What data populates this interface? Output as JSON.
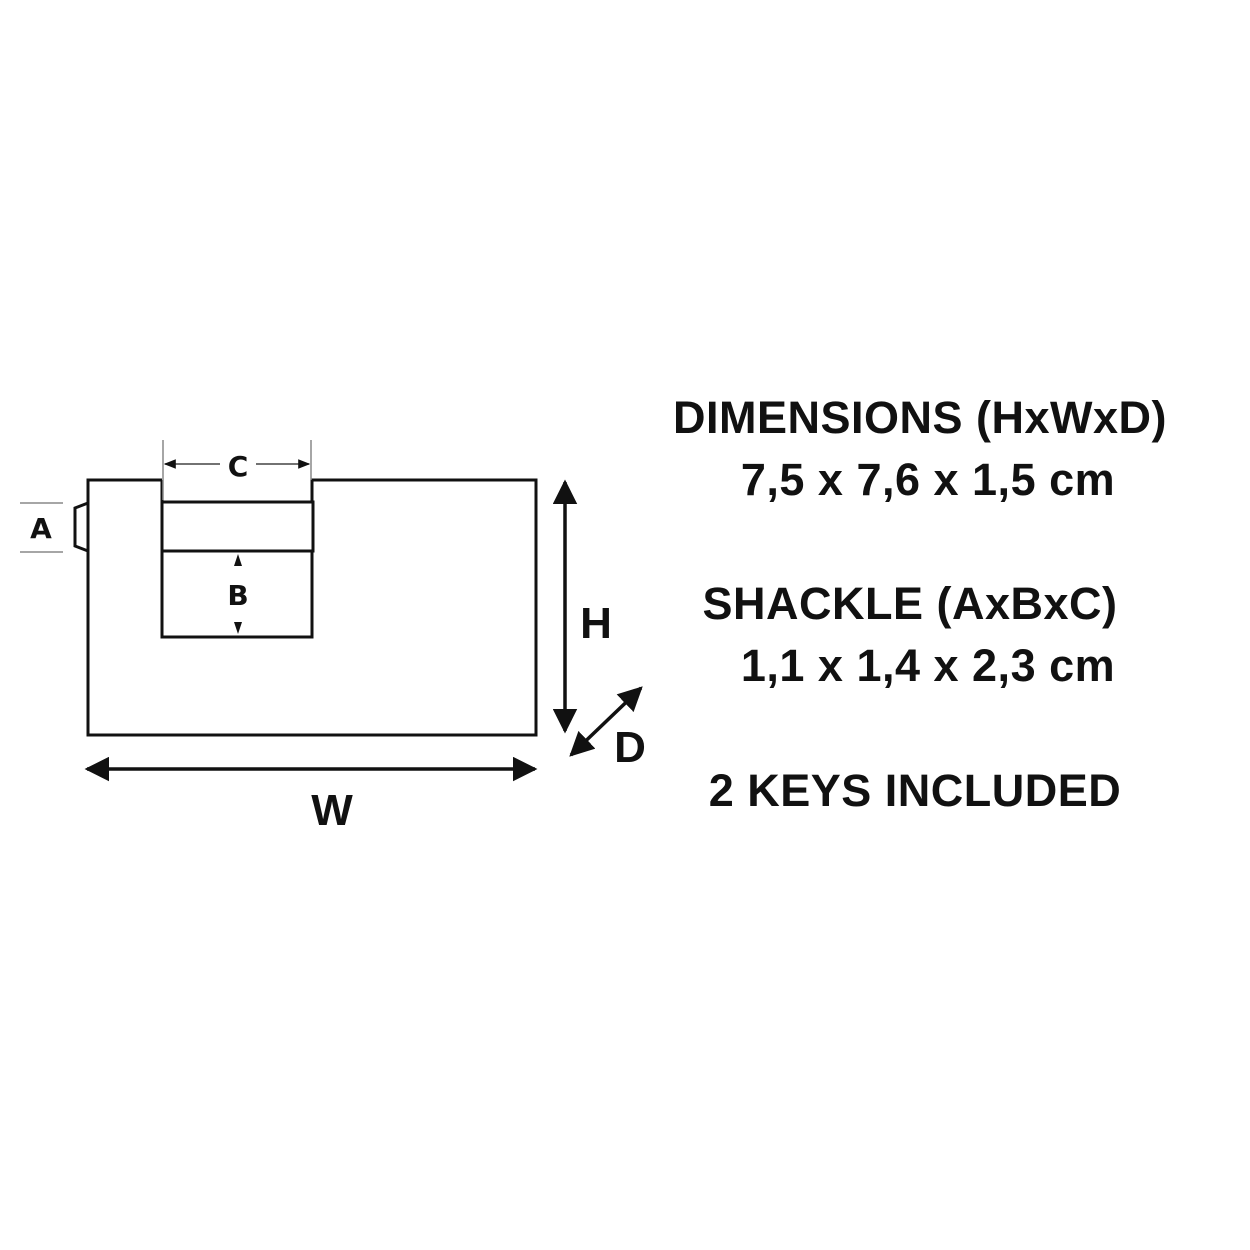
{
  "diagram": {
    "labels": {
      "a": "A",
      "b": "B",
      "c": "C",
      "h": "H",
      "w": "W",
      "d": "D"
    },
    "colors": {
      "stroke": "#111111",
      "background": "#ffffff",
      "guide": "#888888"
    }
  },
  "specs": {
    "dimensions_title": "DIMENSIONS (HxWxD)",
    "dimensions_value": "7,5 x 7,6 x 1,5 cm",
    "shackle_title": "SHACKLE (AxBxC)",
    "shackle_value": "1,1 x 1,4 x 2,3 cm",
    "keys": "2 KEYS INCLUDED"
  }
}
